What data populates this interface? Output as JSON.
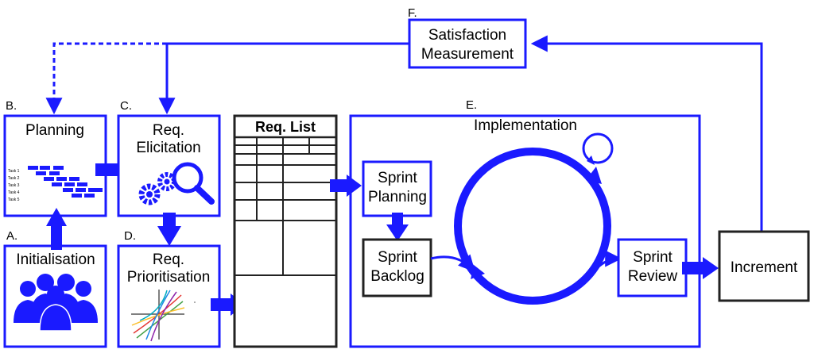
{
  "colors": {
    "accent": "#1a1aff",
    "dark": "#222222"
  },
  "sections": {
    "a": {
      "letter": "A.",
      "title": "Initialisation",
      "icon": "people-group-icon"
    },
    "b": {
      "letter": "B.",
      "title": "Planning",
      "tasks": [
        "Task 1",
        "Task 2",
        "Task 3",
        "Task 4",
        "Task 5"
      ],
      "icon": "gantt-chart-icon"
    },
    "c": {
      "letter": "C.",
      "title_line1": "Req.",
      "title_line2": "Elicitation",
      "icon": "gears-magnifier-icon"
    },
    "d": {
      "letter": "D.",
      "title_line1": "Req.",
      "title_line2": "Prioritisation",
      "icon": "curves-plot-icon"
    },
    "e": {
      "letter": "E.",
      "title": "Implementation",
      "sprint_planning": {
        "line1": "Sprint",
        "line2": "Planning"
      },
      "sprint_backlog": {
        "line1": "Sprint",
        "line2": "Backlog"
      },
      "sprint_review": {
        "line1": "Sprint",
        "line2": "Review"
      }
    },
    "f": {
      "letter": "F.",
      "line1": "Satisfaction",
      "line2": "Measurement"
    },
    "req_list": {
      "title": "Req. List"
    },
    "increment": {
      "title": "Increment"
    }
  }
}
